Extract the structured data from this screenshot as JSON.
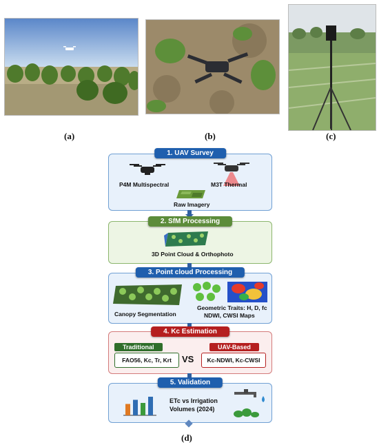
{
  "captions": {
    "a": "(a)",
    "b": "(b)",
    "c": "(c)",
    "d": "(d)"
  },
  "photos": {
    "a": "drone-over-orchard-photo",
    "b": "drone-on-ground-photo",
    "c": "tripod-sensor-photo"
  },
  "stages": {
    "uav_survey": {
      "title": "1. UAV Survey",
      "drone_left": "P4M Multispectral",
      "drone_right": "M3T Thermal",
      "raw": "Raw Imagery"
    },
    "sfm": {
      "title": "2. SfM Processing",
      "output": "3D Point Cloud & Orthophoto"
    },
    "point_cloud": {
      "title": "3. Point cloud Processing",
      "left": "Canopy Segmentation",
      "right_line1": "Geometric Traits: H, D, fc",
      "right_line2": "NDWI, CWSI Maps"
    },
    "kc": {
      "title": "4. Kc Estimation",
      "traditional_tag": "Traditional",
      "traditional_value": "FAO56, Kc, Tr, Krt",
      "vs": "vs",
      "uav_tag": "UAV-Based",
      "uav_value": "Kc-NDWI, Kc-CWSI"
    },
    "validation": {
      "title": "5. Validation",
      "line1": "ETc  vs Irrigation",
      "line2": "Volumes (2024)"
    }
  },
  "colors": {
    "stage_blue": "#1f5fae",
    "stage_green": "#5c8c3a",
    "stage_red": "#b51f1f"
  },
  "bar_chart_icon": {
    "series_colors": [
      "#e07a22",
      "#2f6db3",
      "#3b9a3b",
      "#2f6db3"
    ],
    "values": [
      0.55,
      0.75,
      0.6,
      0.9
    ]
  }
}
